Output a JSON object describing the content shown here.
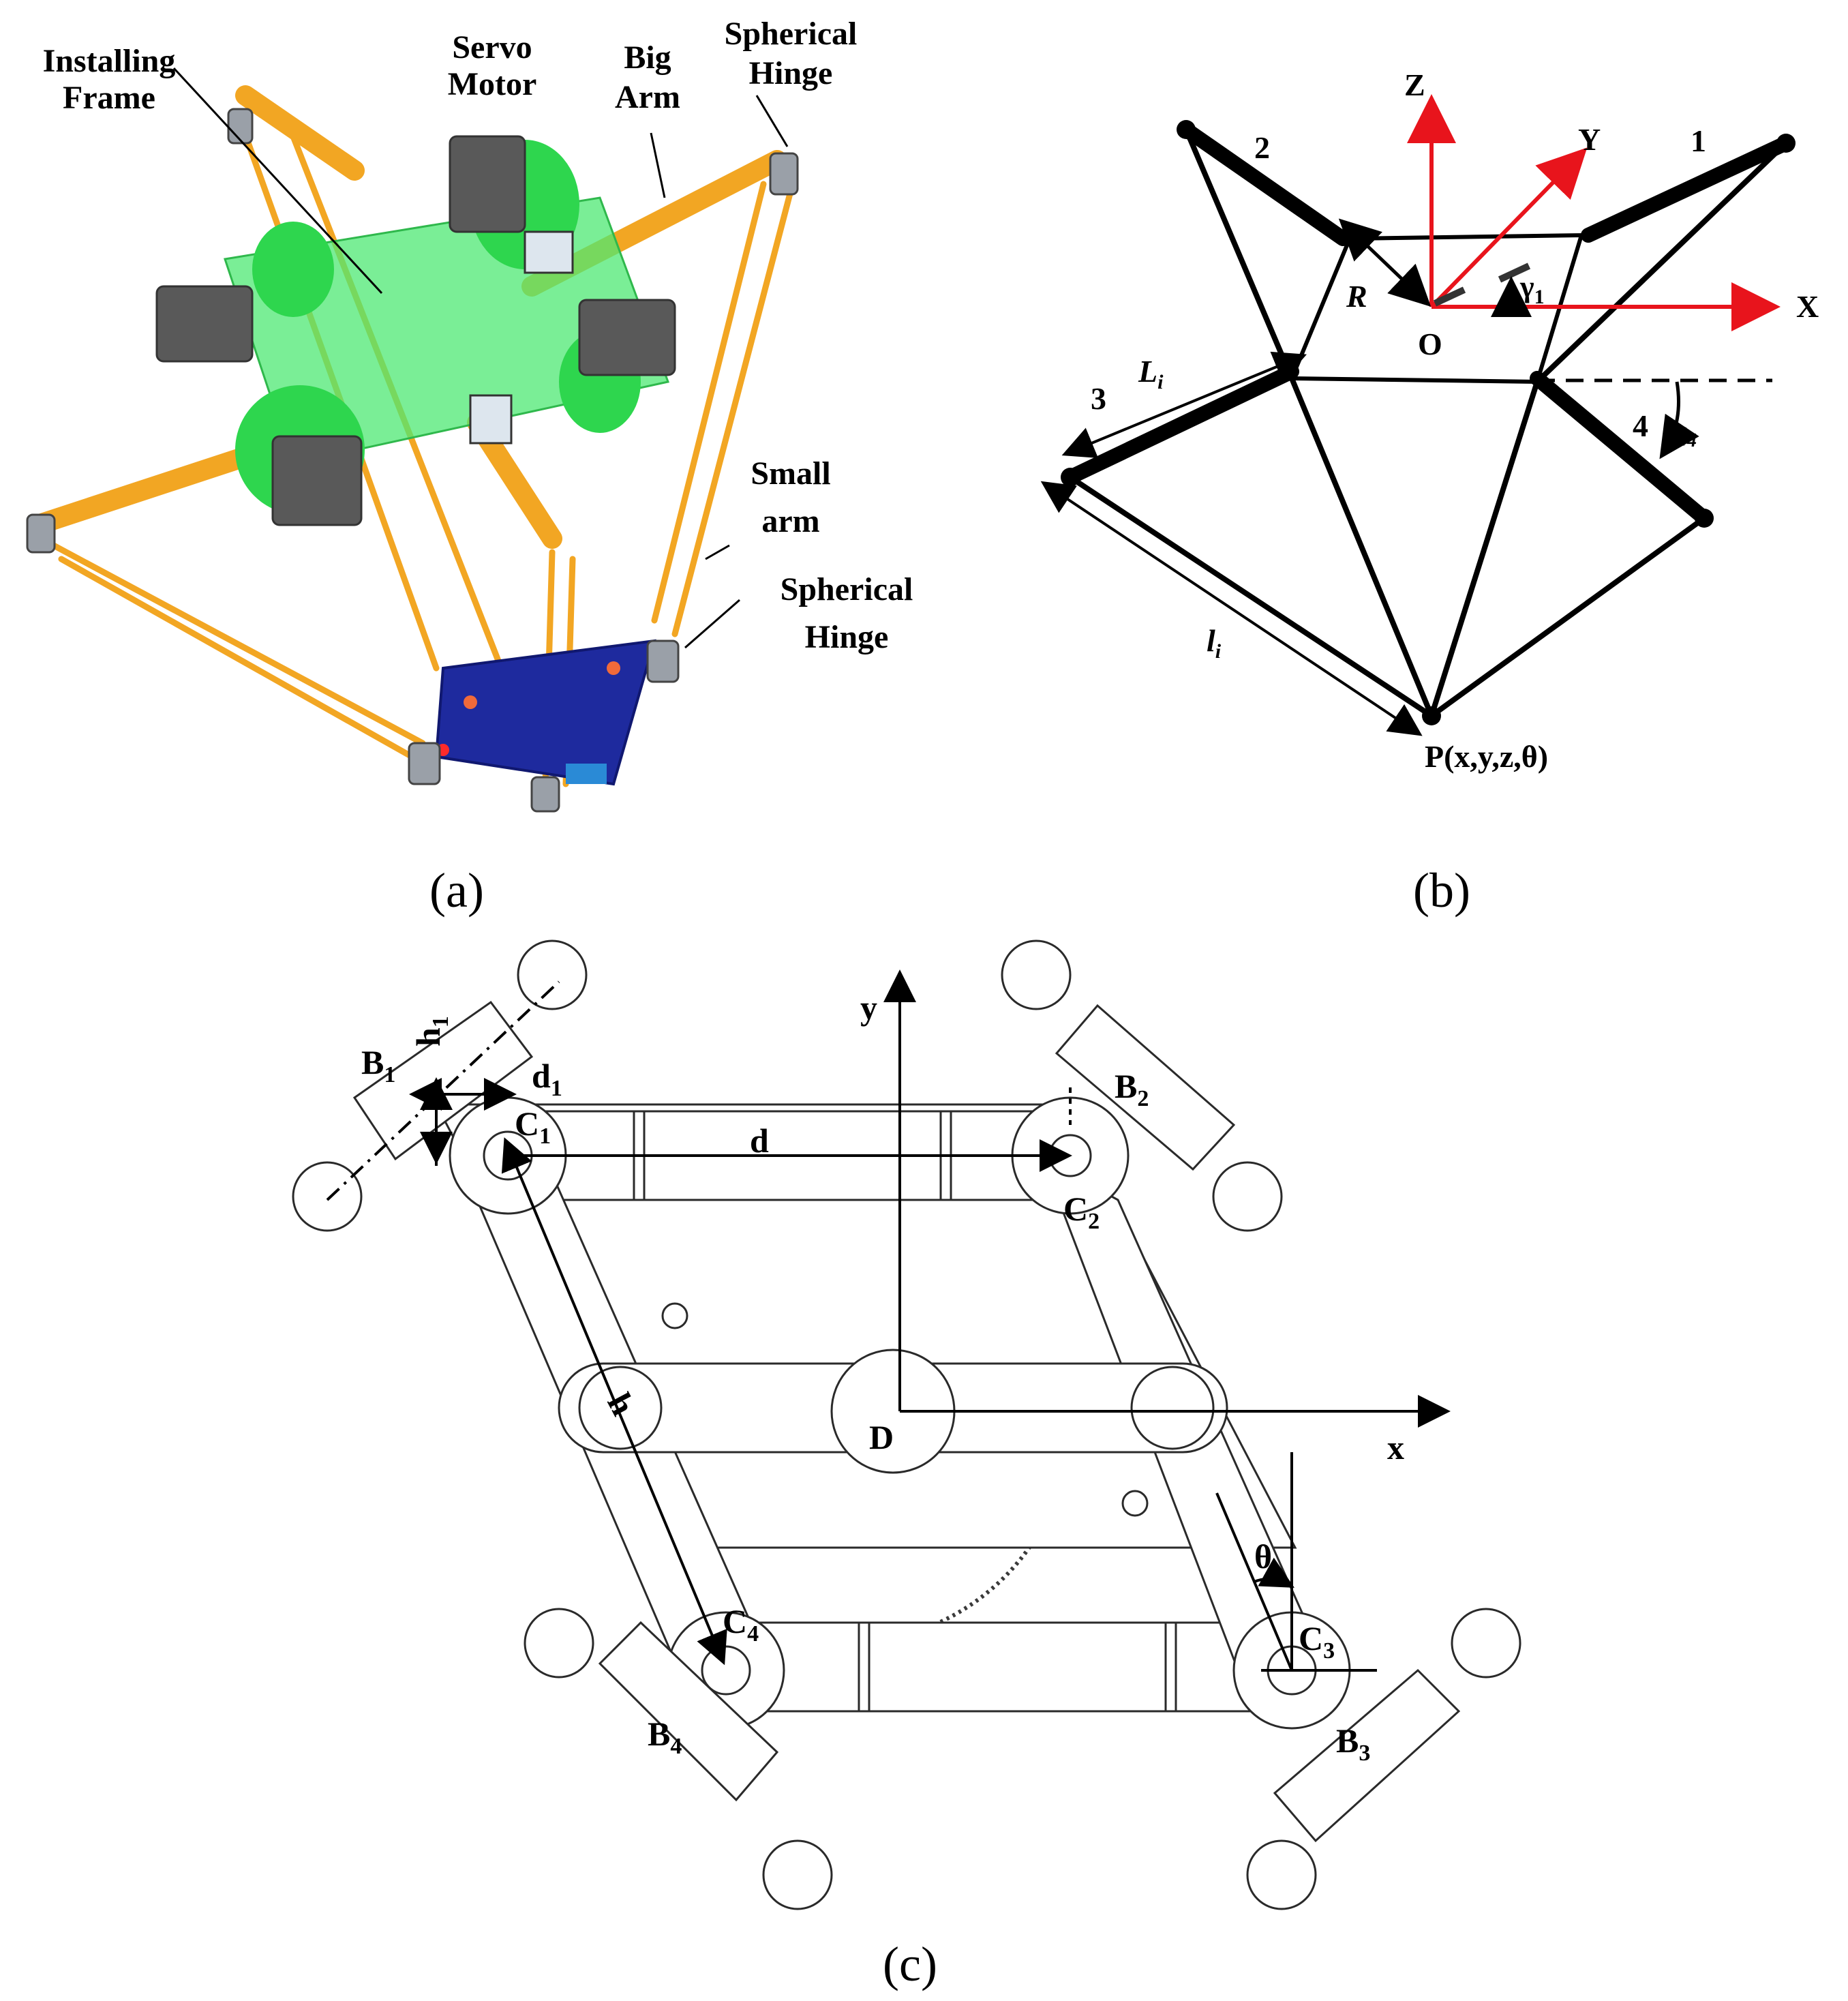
{
  "panel_a": {
    "caption": "(a)",
    "labels": {
      "installing_frame": [
        "Installing",
        "Frame"
      ],
      "servo_motor": [
        "Servo",
        "Motor"
      ],
      "big_arm": [
        "Big",
        "Arm"
      ],
      "spherical_hinge_top": [
        "Spherical",
        "Hinge"
      ],
      "small_arm": [
        "Small",
        "arm"
      ],
      "spherical_hinge_bottom": [
        "Spherical",
        "Hinge"
      ]
    },
    "colors": {
      "frame": "#33e052",
      "arm": "#f2a623",
      "motor": "#555555",
      "platform": "#1e2a9e"
    }
  },
  "panel_b": {
    "caption": "(b)",
    "axes": {
      "z": "Z",
      "y": "Y",
      "x": "X",
      "origin": "O"
    },
    "arm_numbers": [
      "1",
      "2",
      "3",
      "4"
    ],
    "symbols": {
      "R": "R",
      "gamma": "γ",
      "gamma_sub": "1",
      "L": "L",
      "L_sub": "i",
      "l": "l",
      "l_sub": "i",
      "q": "q",
      "q_sub": "4"
    },
    "endpoint": "P(x,y,z,θ)",
    "colors": {
      "axes": "#e8141c",
      "links": "#000000"
    }
  },
  "panel_c": {
    "caption": "(c)",
    "axes": {
      "y": "y",
      "x": "x",
      "center": "D"
    },
    "points": [
      {
        "main": "C",
        "sub": "1"
      },
      {
        "main": "C",
        "sub": "2"
      },
      {
        "main": "C",
        "sub": "3"
      },
      {
        "main": "C",
        "sub": "4"
      },
      {
        "main": "B",
        "sub": "1"
      },
      {
        "main": "B",
        "sub": "2"
      },
      {
        "main": "B",
        "sub": "3"
      },
      {
        "main": "B",
        "sub": "4"
      }
    ],
    "dims": {
      "h1": {
        "main": "h",
        "sub": "1"
      },
      "d1": {
        "main": "d",
        "sub": "1"
      },
      "d": "d",
      "h": "h",
      "theta": "θ"
    }
  }
}
